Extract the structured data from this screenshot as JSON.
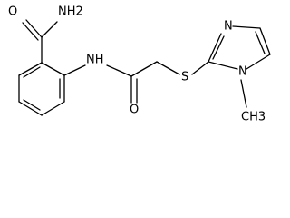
{
  "structure": {
    "atom_labels": {
      "amide_nh2": "NH2",
      "amide_carbonyl_o": "O",
      "linker_nh": "NH",
      "acetamide_carbonyl_o": "O",
      "thioether_s": "S",
      "imidazole_n3": "N",
      "imidazole_n1": "N",
      "n_methyl": "CH3"
    }
  }
}
